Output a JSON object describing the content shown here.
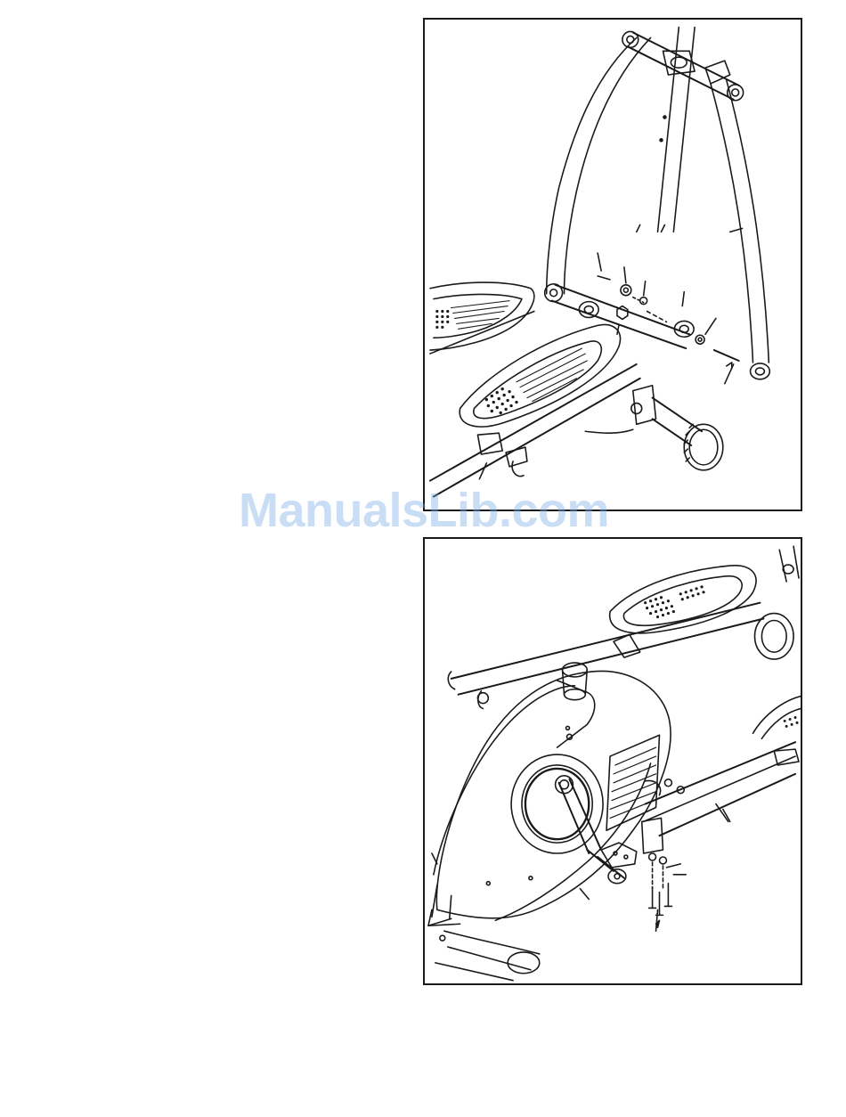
{
  "page": {
    "watermark_text": "ManualsLib.com",
    "watermark_color": "#78aae6"
  },
  "figures": [
    {
      "name": "assembly-step-upright-and-pedal-arm"
    },
    {
      "name": "assembly-step-frame-base-and-crank"
    }
  ]
}
